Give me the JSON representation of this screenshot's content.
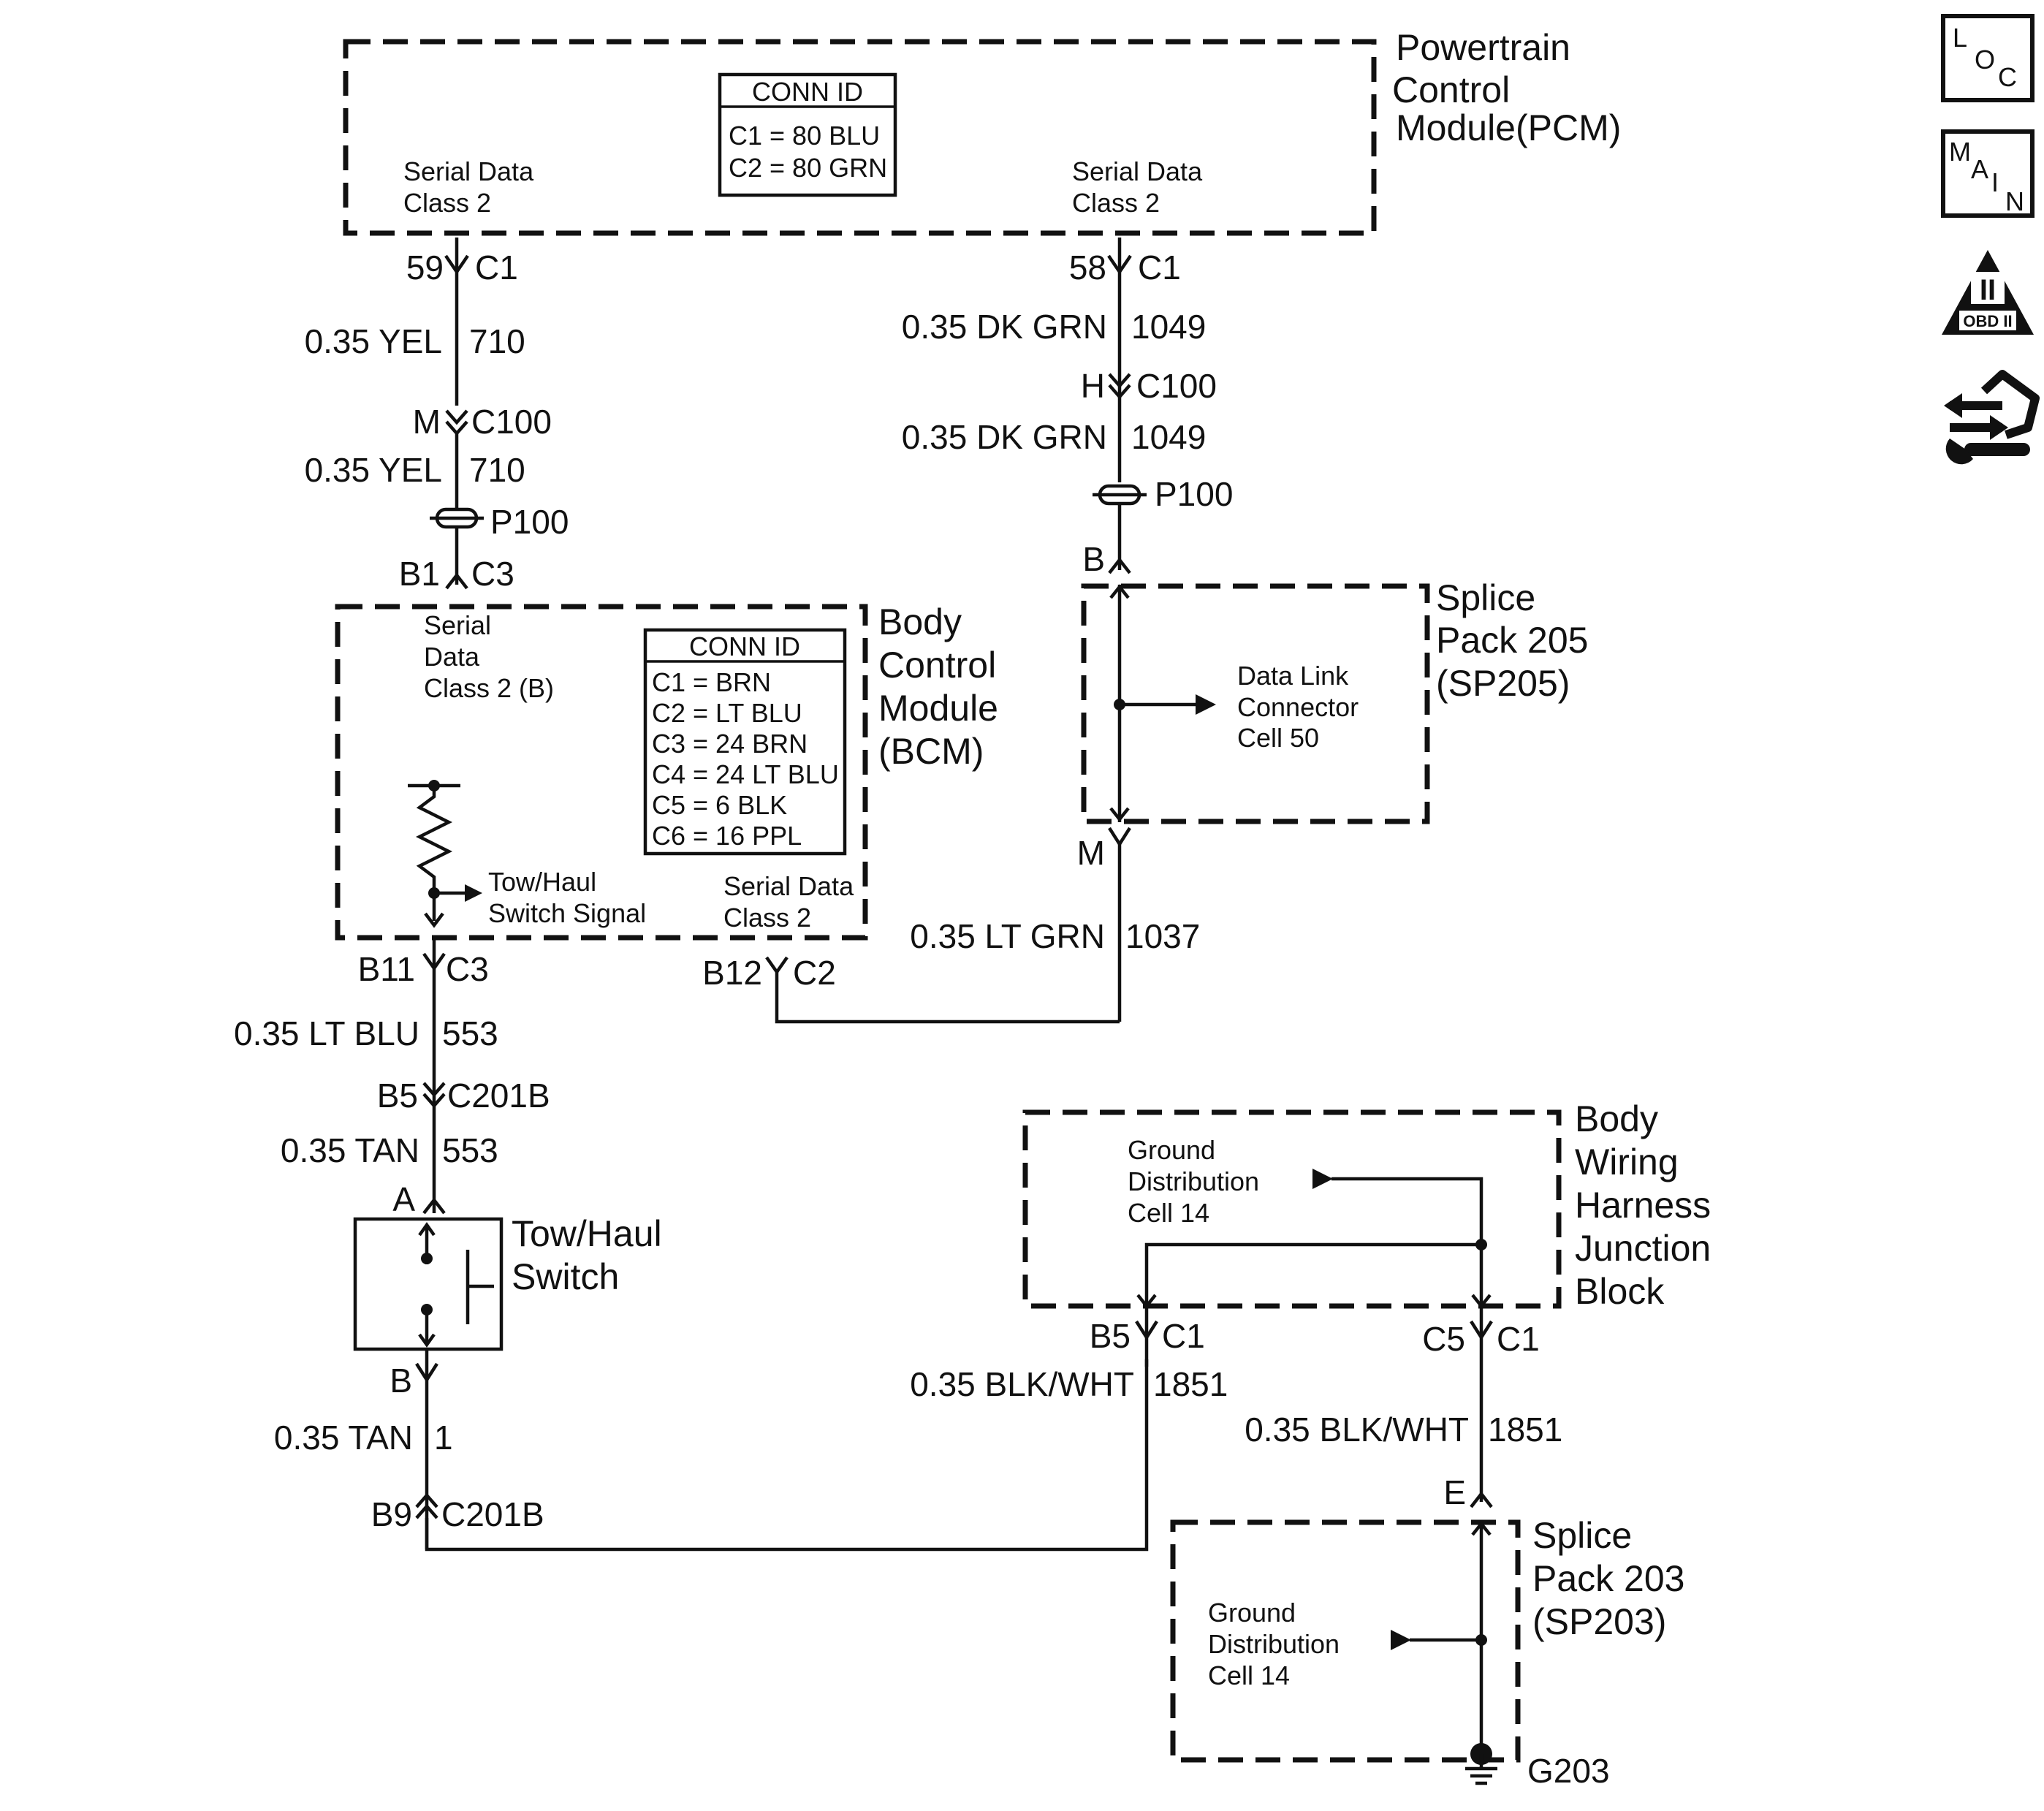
{
  "pcm": {
    "name_lines": [
      "Powertrain",
      "Control",
      "Module(PCM)"
    ],
    "conn_id_title": "CONN ID",
    "conn_ids": [
      "C1 = 80 BLU",
      "C2 = 80 GRN"
    ],
    "left_signal": [
      "Serial Data",
      "Class 2"
    ],
    "right_signal": [
      "Serial Data",
      "Class 2"
    ]
  },
  "bcm": {
    "name_lines": [
      "Body",
      "Control",
      "Module",
      "(BCM)"
    ],
    "conn_id_title": "CONN ID",
    "conn_ids": [
      "C1 = BRN",
      "C2 = LT BLU",
      "C3 = 24 BRN",
      "C4 = 24 LT BLU",
      "C5 = 6 BLK",
      "C6 = 16 PPL"
    ],
    "serial_b": [
      "Serial",
      "Data",
      "Class 2 (B)"
    ],
    "tow_signal": [
      "Tow/Haul",
      "Switch Signal"
    ],
    "serial_class2": [
      "Serial Data",
      "Class 2"
    ]
  },
  "sp205": {
    "name_lines": [
      "Splice",
      "Pack 205",
      "(SP205)"
    ],
    "dlc": [
      "Data Link",
      "Connector",
      "Cell 50"
    ]
  },
  "bwhjb": {
    "name_lines": [
      "Body",
      "Wiring",
      "Harness",
      "Junction",
      "Block"
    ],
    "ground_dist": [
      "Ground",
      "Distribution",
      "Cell 14"
    ]
  },
  "sp203": {
    "name_lines": [
      "Splice",
      "Pack 203",
      "(SP203)"
    ],
    "ground_dist": [
      "Ground",
      "Distribution",
      "Cell 14"
    ]
  },
  "switch_name": [
    "Tow/Haul",
    "Switch"
  ],
  "pins": {
    "p59": "59",
    "c1_a": "C1",
    "p58": "58",
    "c1_b": "C1",
    "pM": "M",
    "c100_a": "C100",
    "pH": "H",
    "c100_b": "C100",
    "p100_a": "P100",
    "p100_b": "P100",
    "pB1": "B1",
    "c3_a": "C3",
    "pB_sp": "B",
    "pM_sp": "M",
    "pB11": "B11",
    "c3_b": "C3",
    "pB12": "B12",
    "c2": "C2",
    "pB5": "B5",
    "c201b_a": "C201B",
    "pA": "A",
    "pB_sw": "B",
    "pB9": "B9",
    "c201b_b": "C201B",
    "pB5_jb": "B5",
    "c1_jb1": "C1",
    "pC5_jb": "C5",
    "c1_jb2": "C1",
    "pE": "E",
    "g203": "G203"
  },
  "wires": {
    "yel_1": {
      "gauge": "0.35 YEL",
      "circuit": "710"
    },
    "yel_2": {
      "gauge": "0.35 YEL",
      "circuit": "710"
    },
    "dkgrn_1": {
      "gauge": "0.35 DK GRN",
      "circuit": "1049"
    },
    "dkgrn_2": {
      "gauge": "0.35 DK GRN",
      "circuit": "1049"
    },
    "ltgrn": {
      "gauge": "0.35 LT GRN",
      "circuit": "1037"
    },
    "ltblu": {
      "gauge": "0.35 LT BLU",
      "circuit": "553"
    },
    "tan_1": {
      "gauge": "0.35 TAN",
      "circuit": "553"
    },
    "tan_2": {
      "gauge": "0.35 TAN",
      "circuit": "1"
    },
    "blkwht_1": {
      "gauge": "0.35 BLK/WHT",
      "circuit": "1851"
    },
    "blkwht_2": {
      "gauge": "0.35 BLK/WHT",
      "circuit": "1851"
    }
  },
  "side_icons": {
    "loc": [
      "L",
      "O",
      "C"
    ],
    "main": [
      "M",
      "A",
      "I",
      "N"
    ],
    "obd_numeral": "II",
    "obd_label": "OBD II",
    "icons": [
      "loc-icon",
      "main-icon",
      "obd-ii-icon",
      "schematic-legend-icon"
    ]
  }
}
